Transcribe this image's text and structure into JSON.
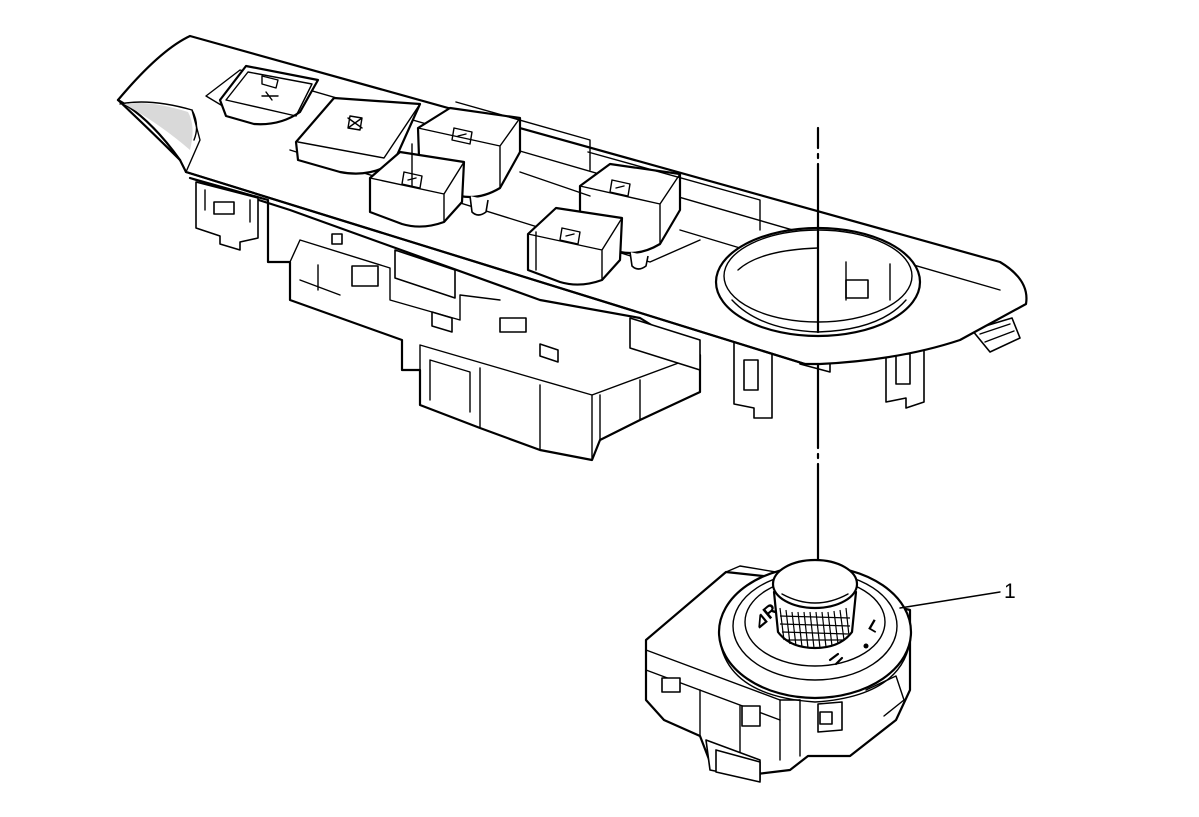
{
  "figure": {
    "callouts": [
      {
        "label": "1"
      }
    ],
    "components": [
      {
        "icon": "window-switch-bezel-assembly"
      },
      {
        "icon": "outside-mirror-switch"
      }
    ]
  }
}
